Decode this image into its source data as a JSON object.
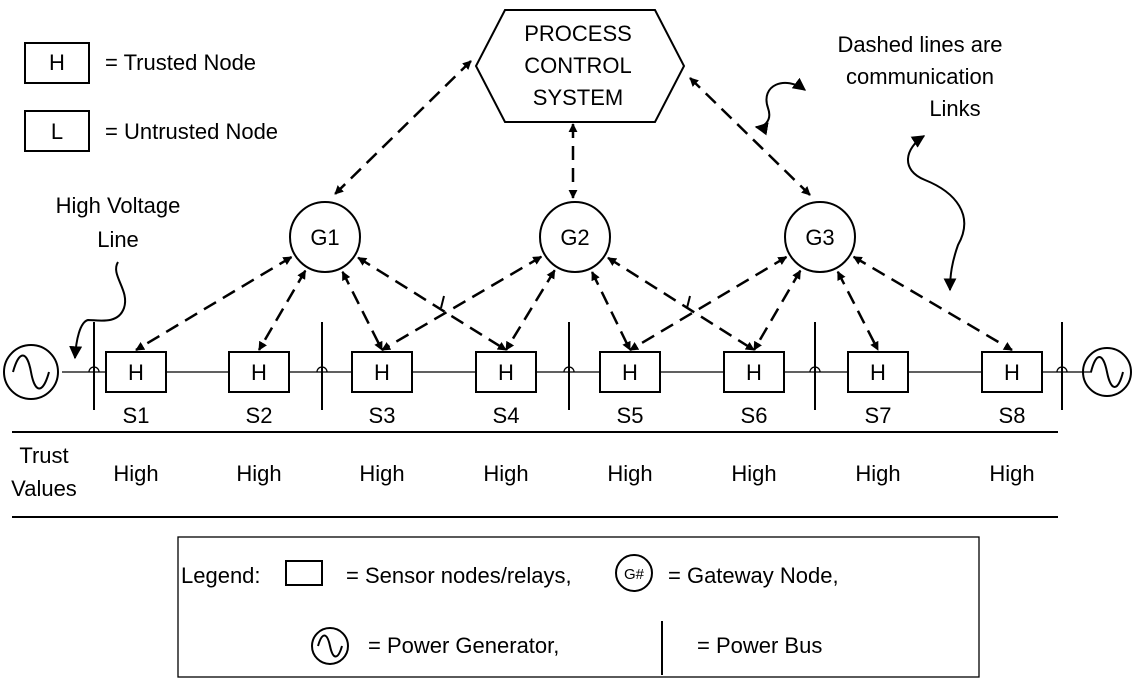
{
  "pcs": {
    "lines": [
      "PROCESS",
      "CONTROL",
      "SYSTEM"
    ]
  },
  "key": {
    "trusted_symbol": "H",
    "trusted_label": "= Trusted Node",
    "untrusted_symbol": "L",
    "untrusted_label": "= Untrusted Node"
  },
  "annotations": {
    "dashed_lines": [
      "Dashed lines are",
      "communication",
      "Links"
    ],
    "hv_line": [
      "High Voltage",
      "Line"
    ]
  },
  "gateways": [
    "G1",
    "G2",
    "G3"
  ],
  "sensors": [
    {
      "id": "S1",
      "symbol": "H",
      "trust": "High"
    },
    {
      "id": "S2",
      "symbol": "H",
      "trust": "High"
    },
    {
      "id": "S3",
      "symbol": "H",
      "trust": "High"
    },
    {
      "id": "S4",
      "symbol": "H",
      "trust": "High"
    },
    {
      "id": "S5",
      "symbol": "H",
      "trust": "High"
    },
    {
      "id": "S6",
      "symbol": "H",
      "trust": "High"
    },
    {
      "id": "S7",
      "symbol": "H",
      "trust": "High"
    },
    {
      "id": "S8",
      "symbol": "H",
      "trust": "High"
    }
  ],
  "trust_values_label": [
    "Trust",
    "Values"
  ],
  "legend": {
    "title": "Legend:",
    "sensor_label": "= Sensor nodes/relays,",
    "gateway_symbol": "G#",
    "gateway_label": "= Gateway Node,",
    "generator_label": "= Power Generator,",
    "bus_label": "= Power Bus"
  }
}
